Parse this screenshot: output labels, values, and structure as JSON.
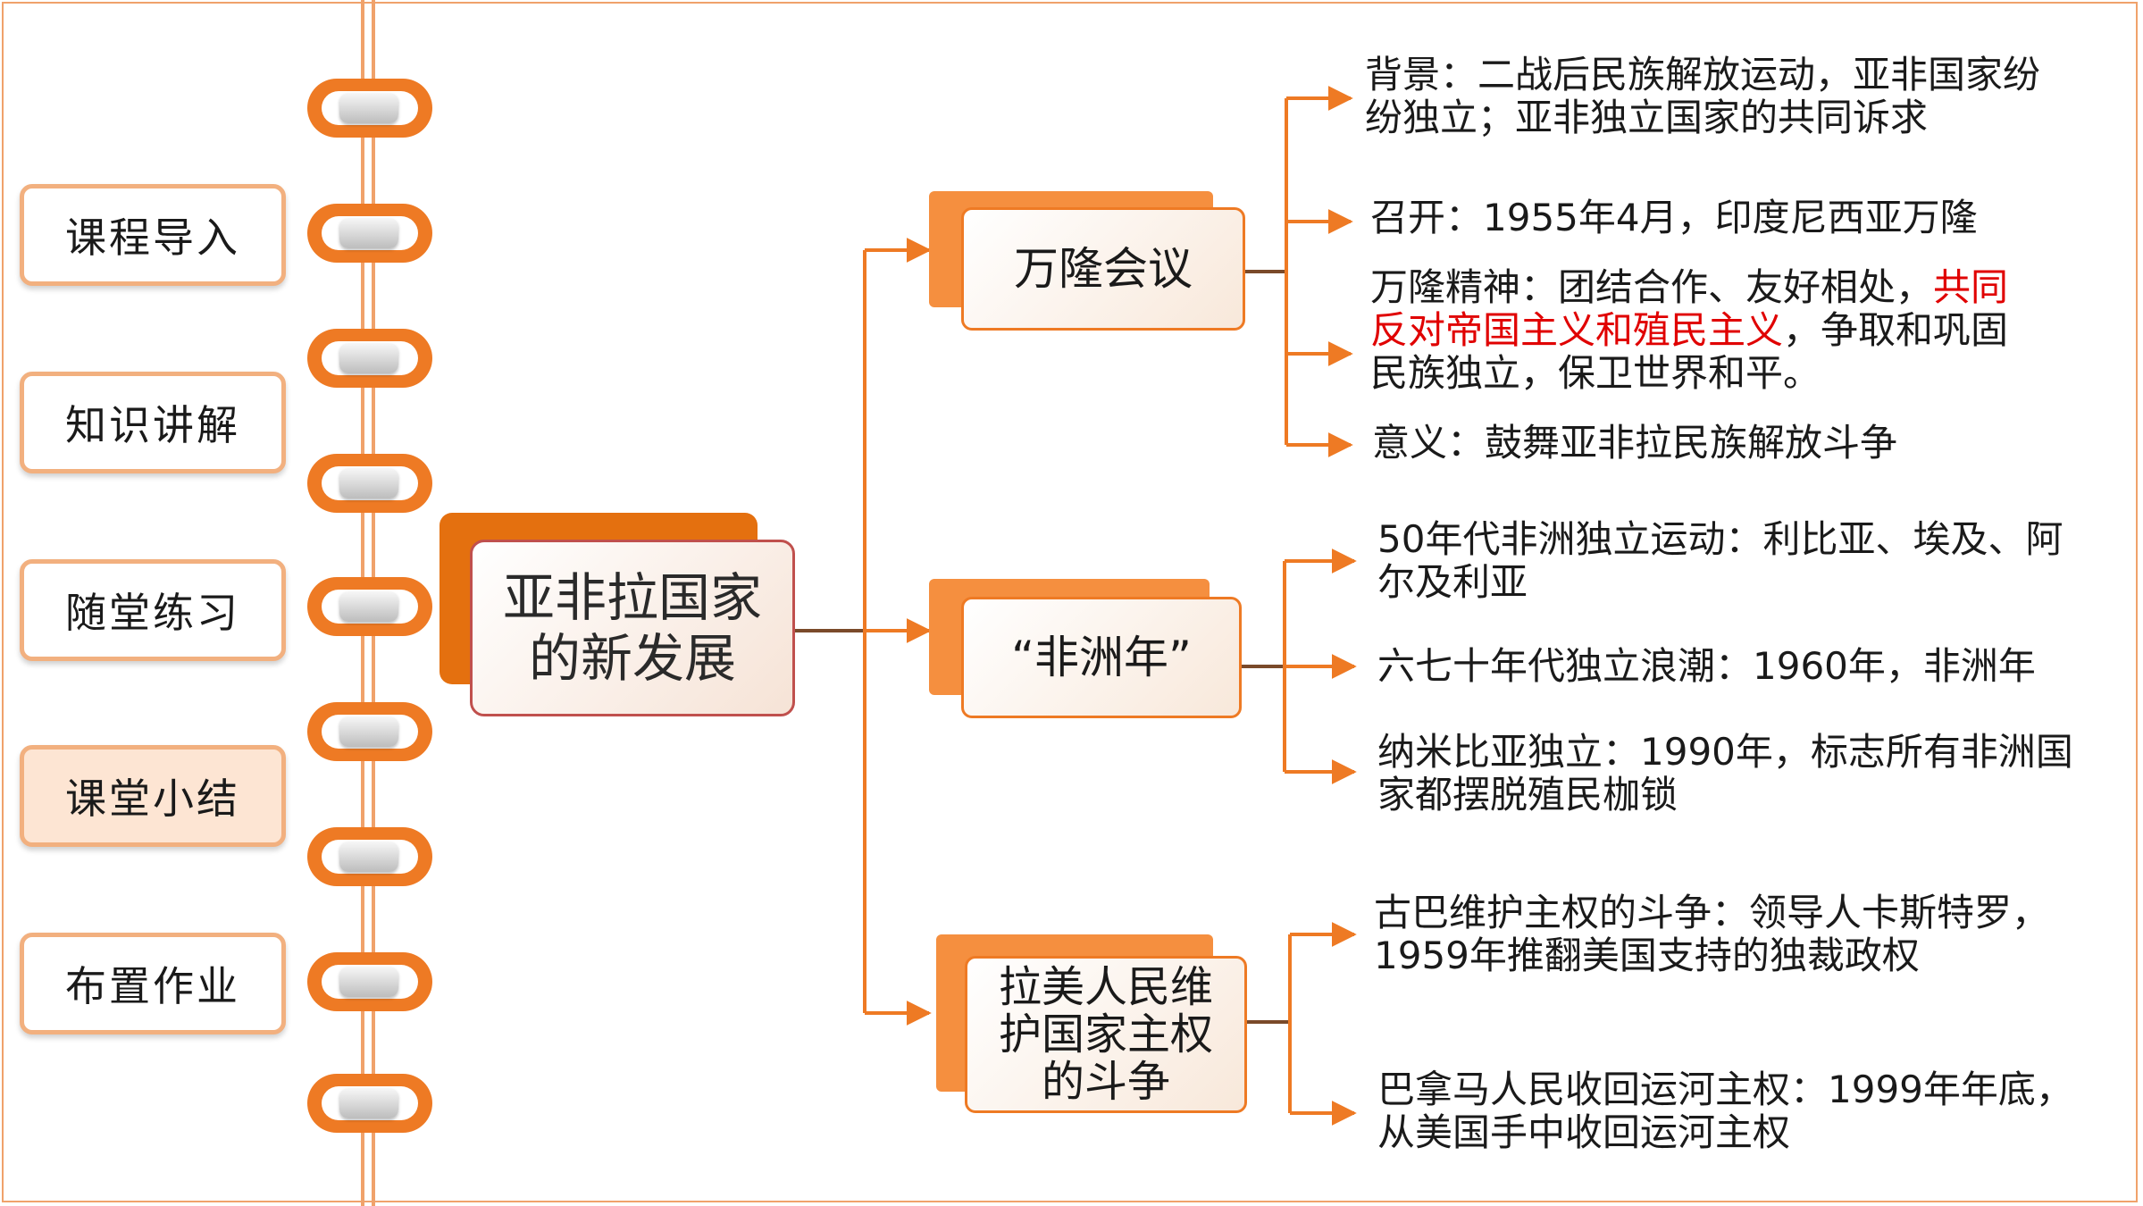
{
  "nav": {
    "items": [
      {
        "label": "课程导入",
        "active": false
      },
      {
        "label": "知识讲解",
        "active": false
      },
      {
        "label": "随堂练习",
        "active": false
      },
      {
        "label": "课堂小结",
        "active": true
      },
      {
        "label": "布置作业",
        "active": false
      }
    ]
  },
  "diagram": {
    "center": {
      "line1": "亚非拉国家",
      "line2": "的新发展"
    },
    "nodes": {
      "bandung": {
        "label": "万隆会议"
      },
      "africa": {
        "label": "“非洲年”"
      },
      "latin": {
        "line1": "拉美人民维",
        "line2": "护国家主权",
        "line3": "的斗争"
      }
    },
    "leaves": {
      "bandung_background": {
        "line1": "背景：二战后民族解放运动，亚非国家纷",
        "line2": "纷独立；亚非独立国家的共同诉求"
      },
      "bandung_held": {
        "text": "召开：1955年4月，印度尼西亚万隆"
      },
      "bandung_spirit": {
        "line1a": "万隆精神：团结合作、友好相处，",
        "line1b": "共同",
        "line2a": "反对帝国主义和殖民主义",
        "line2b": "，争取和巩固",
        "line3": "民族独立，保卫世界和平。"
      },
      "bandung_significance": {
        "text": "意义：鼓舞亚非拉民族解放斗争"
      },
      "africa_50s": {
        "line1": "50年代非洲独立运动：利比亚、埃及、阿",
        "line2": "尔及利亚"
      },
      "africa_6070s": {
        "text": "六七十年代独立浪潮：1960年，非洲年"
      },
      "africa_namibia": {
        "line1": "纳米比亚独立：1990年，标志所有非洲国",
        "line2": "家都摆脱殖民枷锁"
      },
      "latin_cuba": {
        "line1": "古巴维护主权的斗争：领导人卡斯特罗，",
        "line2": "1959年推翻美国支持的独裁政权"
      },
      "latin_panama": {
        "line1": "巴拿马人民收回运河主权：1999年年底，",
        "line2": "从美国手中收回运河主权"
      }
    }
  },
  "colors": {
    "accent": "#ee7a24",
    "highlight": "#e00000",
    "center_border": "#c0504d"
  }
}
